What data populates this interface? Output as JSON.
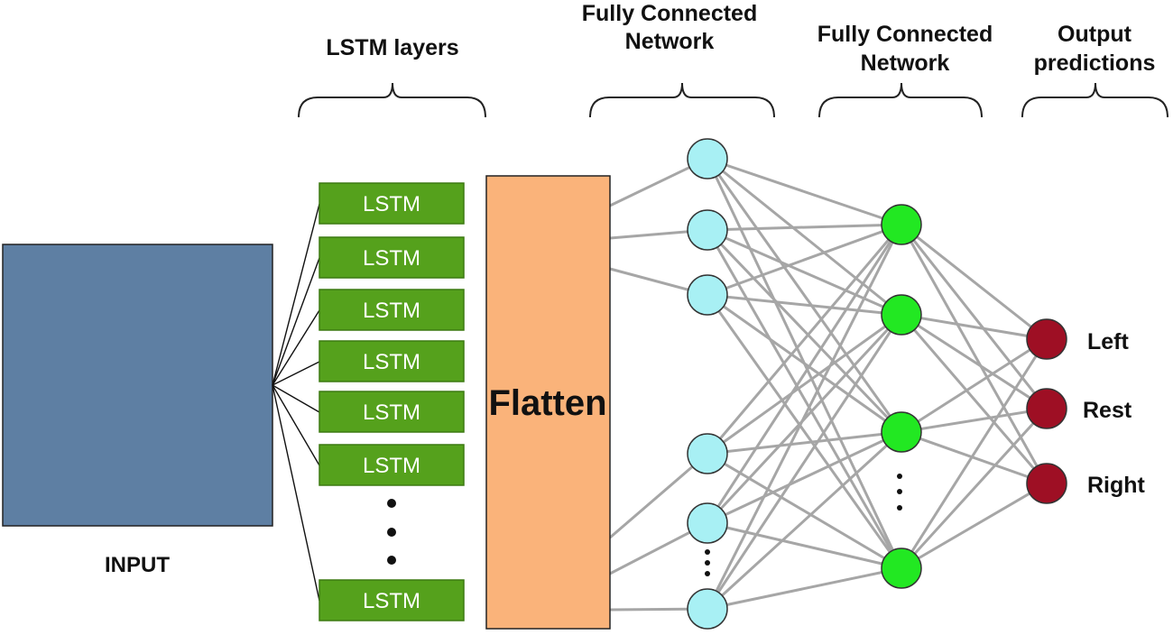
{
  "headers": {
    "lstm": "LSTM layers",
    "fc1": [
      "Fully Connected",
      "Network"
    ],
    "fc2": [
      "Fully Connected",
      "Network"
    ],
    "output": [
      "Output",
      "predictions"
    ]
  },
  "input_label": "INPUT",
  "lstm_label": "LSTM",
  "flatten_label": "Flatten",
  "outputs": [
    "Left",
    "Rest",
    "Right"
  ],
  "colors": {
    "input_box": "#5e7fa3",
    "lstm_box": "#55a11c",
    "flatten_box": "#fab37a",
    "fc1_node": "#a8f0f4",
    "fc2_node": "#22e822",
    "output_node": "#9e0f24",
    "connection": "#a6a6a6"
  },
  "icons": {
    "lstm_ellipsis": "vertical-ellipsis",
    "fc1_ellipsis": "vertical-ellipsis",
    "fc2_ellipsis": "vertical-ellipsis"
  }
}
